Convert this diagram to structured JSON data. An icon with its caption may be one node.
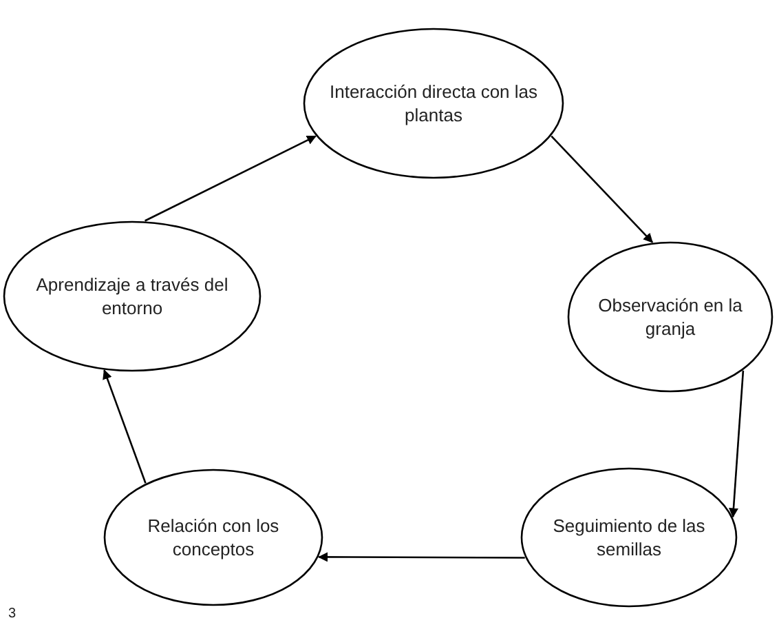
{
  "diagram": {
    "nodes": [
      {
        "text": [
          "Interacción directa con las plantas"
        ]
      },
      {
        "text": [
          "Observación en la granja"
        ]
      },
      {
        "text": [
          "Seguimiento de las semillas"
        ]
      },
      {
        "text": [
          "Relación con los conceptos"
        ]
      },
      {
        "text": [
          "Aprendizaje a través del entorno"
        ]
      }
    ],
    "edges": [
      {
        "from": 0,
        "to": 1,
        "arrow": "to"
      },
      {
        "from": 1,
        "to": 2,
        "arrow": "to"
      },
      {
        "from": 2,
        "to": 3,
        "arrow": "to"
      },
      {
        "from": 3,
        "to": 4,
        "arrow": "to"
      },
      {
        "from": 4,
        "to": 0,
        "arrow": "to"
      }
    ],
    "labels": [
      "3"
    ]
  }
}
